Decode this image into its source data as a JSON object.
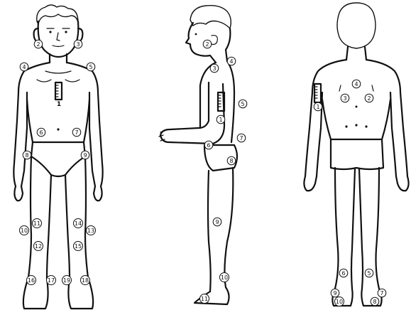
{
  "diagram": {
    "views": [
      {
        "id": "front",
        "name": "front-view",
        "markers": [
          "1",
          "2",
          "3",
          "4",
          "5",
          "6",
          "7",
          "8",
          "9",
          "10",
          "11",
          "12",
          "13",
          "14",
          "15",
          "16",
          "17",
          "18",
          "19"
        ]
      },
      {
        "id": "side",
        "name": "side-view",
        "markers": [
          "1",
          "2",
          "3",
          "4",
          "5",
          "6",
          "7",
          "8",
          "9",
          "10",
          "11"
        ]
      },
      {
        "id": "back",
        "name": "back-view",
        "markers": [
          "1",
          "2",
          "3",
          "4",
          "5",
          "6",
          "7",
          "8",
          "9",
          "10"
        ]
      }
    ],
    "colors": {
      "ink": "#111111",
      "paper": "#ffffff"
    }
  }
}
